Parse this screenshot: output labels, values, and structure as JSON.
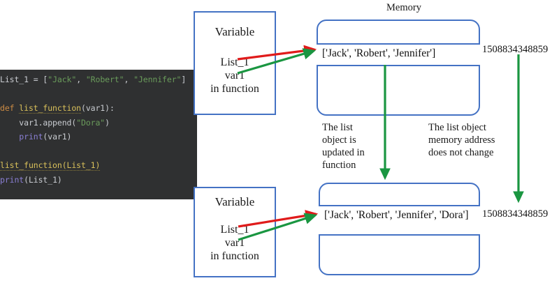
{
  "diagram": {
    "title_memory": "Memory",
    "code": {
      "language": "python",
      "lines": [
        [
          {
            "t": "List_1 = ",
            "c": "plain"
          },
          {
            "t": "[",
            "c": "punct"
          },
          {
            "t": "\"Jack\"",
            "c": "str"
          },
          {
            "t": ", ",
            "c": "punct"
          },
          {
            "t": "\"Robert\"",
            "c": "str"
          },
          {
            "t": ", ",
            "c": "punct"
          },
          {
            "t": "\"Jennifer\"",
            "c": "str"
          },
          {
            "t": "]",
            "c": "punct"
          }
        ],
        [],
        [
          {
            "t": "def ",
            "c": "kw"
          },
          {
            "t": "list_function",
            "c": "fn"
          },
          {
            "t": "(var1):",
            "c": "plain"
          }
        ],
        [
          {
            "t": "    var1.append(",
            "c": "plain"
          },
          {
            "t": "\"Dora\"",
            "c": "str"
          },
          {
            "t": ")",
            "c": "punct"
          }
        ],
        [
          {
            "t": "    ",
            "c": "plain"
          },
          {
            "t": "print",
            "c": "builtin"
          },
          {
            "t": "(var1)",
            "c": "plain"
          }
        ],
        [],
        [
          {
            "t": "list_function(List_1)",
            "c": "fn"
          }
        ],
        [
          {
            "t": "print",
            "c": "builtin"
          },
          {
            "t": "(List_1)",
            "c": "plain"
          }
        ]
      ]
    },
    "variable_boxes": [
      {
        "id": "top",
        "title": "Variable",
        "lines": [
          "List_1",
          "var1",
          "in function"
        ]
      },
      {
        "id": "bottom",
        "title": "Variable",
        "lines": [
          "List_1",
          "var1",
          "in function"
        ]
      }
    ],
    "memory_boxes": [
      {
        "id": "top",
        "value": "['Jack', 'Robert', 'Jennifer']",
        "address": "1508834348859"
      },
      {
        "id": "bottom",
        "value": "['Jack', 'Robert', 'Jennifer', 'Dora']",
        "address": "1508834348859"
      }
    ],
    "notes": [
      {
        "id": "update",
        "text": "The list object is updated in function"
      },
      {
        "id": "address",
        "text": "The list object memory address does not change"
      }
    ],
    "colors": {
      "box_border": "#4472c4",
      "arrow_red": "#e01b1b",
      "arrow_green": "#1a9641",
      "code_background": "#2f3031"
    }
  }
}
